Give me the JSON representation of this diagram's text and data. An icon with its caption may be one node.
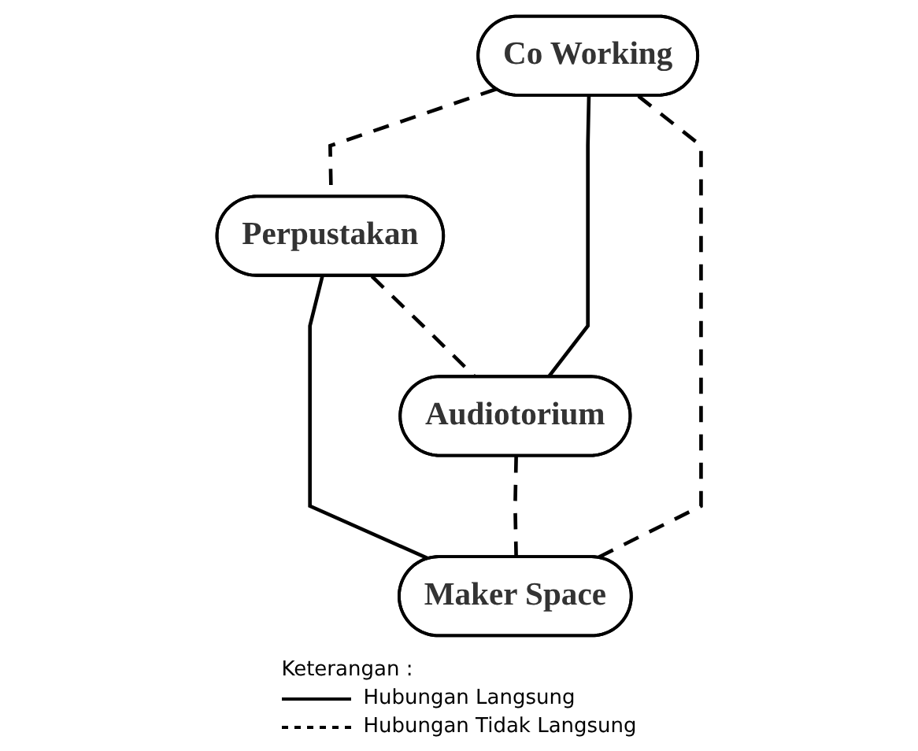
{
  "diagram": {
    "nodes": [
      {
        "text": [
          "Co Working"
        ]
      },
      {
        "text": [
          "Perpustakan"
        ]
      },
      {
        "text": [
          "Audiotorium"
        ]
      },
      {
        "text": [
          "Maker Space"
        ]
      }
    ],
    "edges": [
      {
        "from": 0,
        "to": 1,
        "arrow": "none",
        "style": "dashed"
      },
      {
        "from": 0,
        "to": 2,
        "arrow": "none"
      },
      {
        "from": 1,
        "to": 3,
        "arrow": "none"
      },
      {
        "from": 0,
        "to": 3,
        "arrow": "none",
        "style": "dashed"
      },
      {
        "from": 1,
        "to": 2,
        "arrow": "none",
        "style": "dashed"
      },
      {
        "from": 2,
        "to": 3,
        "arrow": "none",
        "style": "dashed"
      }
    ],
    "labels": [
      "Keterangan :"
    ],
    "legend": [
      {
        "text": "Hubungan Langsung"
      },
      {
        "text": "Hubungan Tidak Langsung"
      }
    ]
  }
}
